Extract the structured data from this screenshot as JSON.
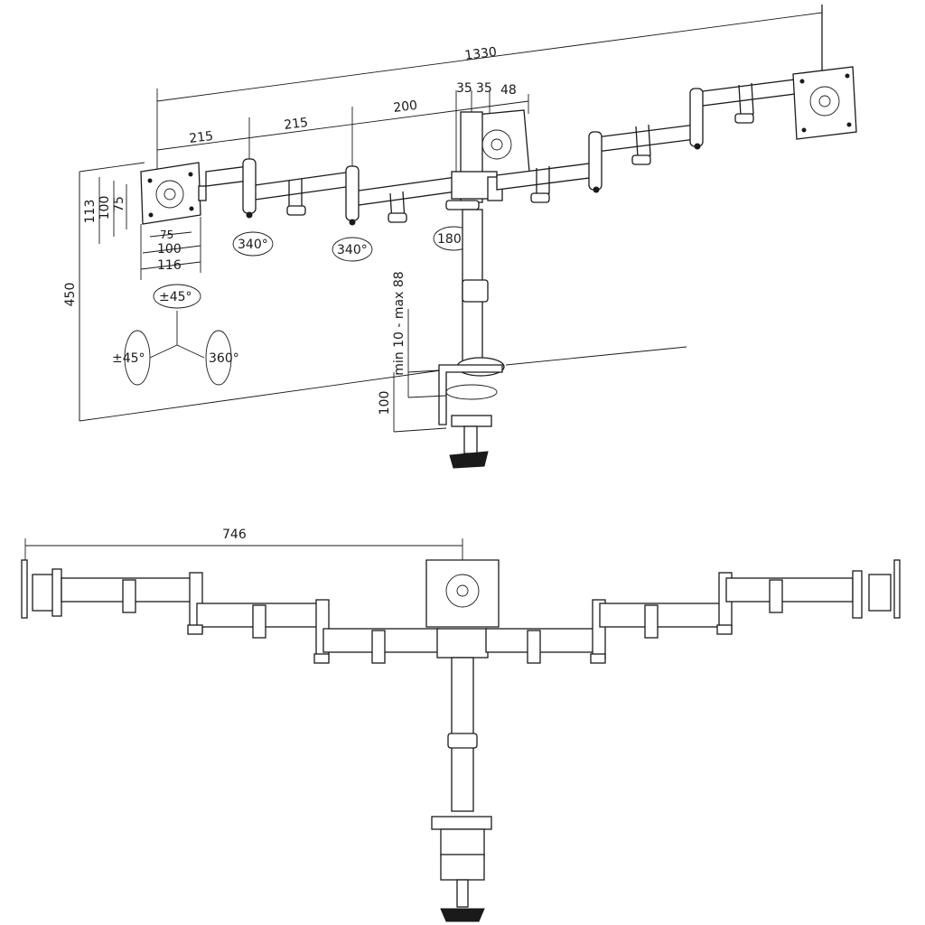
{
  "dimensions": {
    "total_width": "1330",
    "arm_left_1": "215",
    "arm_left_2": "215",
    "arm_left_3": "200",
    "center_a": "35",
    "center_b": "35",
    "center_offset": "48",
    "pole_height": "450",
    "desk_thickness": "min 10 - max 88",
    "clamp_depth": "100",
    "plate_h_outer": "113",
    "plate_h_mid": "100",
    "plate_h_inner": "75",
    "plate_w_inner": "75",
    "plate_w_mid": "100",
    "plate_w_outer": "116",
    "half_span": "746"
  },
  "rotations": {
    "arm_joint_1": "340°",
    "arm_joint_2": "340°",
    "center_joint": "180°",
    "tilt": "±45°",
    "swivel": "±45°",
    "rotate": "360°"
  },
  "colors": {
    "line": "#1a1a1a",
    "background": "#ffffff"
  }
}
